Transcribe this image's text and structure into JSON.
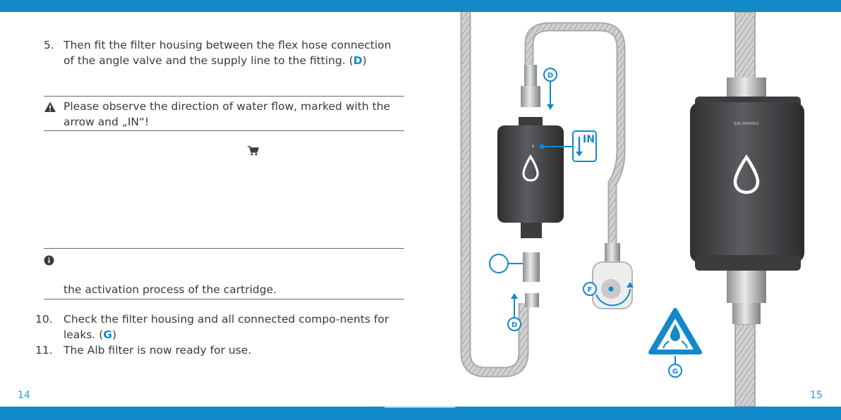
{
  "page_left_number": "14",
  "page_right_number": "15",
  "step5": {
    "number": "5.",
    "text": "Then fit the filter housing between the flex hose connection of the angle valve and the supply line to the fitting. (",
    "ref": "D",
    "end": ")"
  },
  "warning_note": {
    "icon": "warning-triangle-icon",
    "text": "Please observe the direction of water flow, marked with the arrow and „IN“!"
  },
  "cart_icon": "shopping-cart-icon",
  "info_note": {
    "icon": "info-circle-icon",
    "text": "the activation process of the cartridge."
  },
  "step10": {
    "number": "10.",
    "text": "Check the filter housing and all connected compo-nents for leaks. (",
    "ref": "G",
    "end": ")"
  },
  "step11": {
    "number": "11.",
    "text": "The Alb filter is now ready for use."
  },
  "illustration": {
    "labels": {
      "d_top": "D",
      "d_bottom": "D",
      "f": "F",
      "g": "G",
      "in_label": "IN",
      "serial": "S/N 0000001"
    },
    "colors": {
      "accent": "#1289c9",
      "filter_body": "#4a4c4f",
      "hose": "#c9cacb"
    }
  }
}
